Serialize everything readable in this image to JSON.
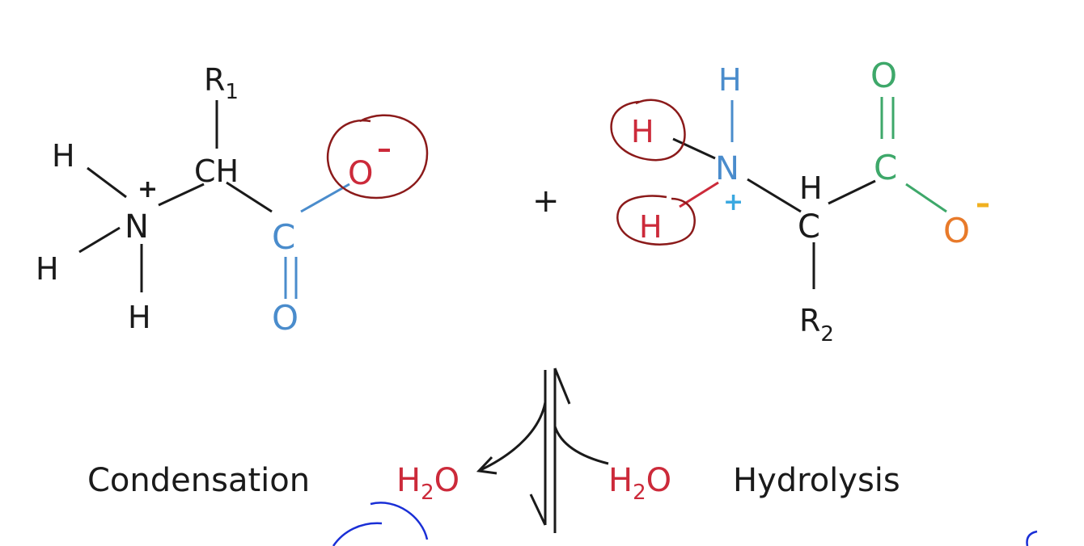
{
  "molecule_1": {
    "r_group": "R",
    "r_sub": "1",
    "alpha_carbon": "CH",
    "nitrogen": "N",
    "n_charge": "+",
    "h_top": "H",
    "h_bottom": "H",
    "h_below": "H",
    "carboxyl_carbon": "C",
    "carbonyl_oxygen": "O",
    "anion_oxygen": "O",
    "anion_charge": "-"
  },
  "plus_sign": "+",
  "molecule_2": {
    "h_top": "H",
    "h_upper_left": "H",
    "h_lower_left": "H",
    "nitrogen": "N",
    "n_charge": "+",
    "alpha_h": "H",
    "alpha_carbon": "C",
    "r_group": "R",
    "r_sub": "2",
    "carboxyl_carbon": "C",
    "carbonyl_oxygen": "O",
    "anion_oxygen": "O",
    "anion_charge": "-"
  },
  "reaction": {
    "left_label": "Condensation",
    "right_label": "Hydrolysis",
    "water_left": {
      "main": "H",
      "sub": "2",
      "end": "O"
    },
    "water_right": {
      "main": "H",
      "sub": "2",
      "end": "O"
    }
  },
  "colors": {
    "black": "#1a1a1a",
    "blue": "#4a8ccc",
    "red": "#cc2a3a",
    "green": "#3ea86a",
    "orange": "#e87a2a",
    "cyan": "#3aa8e0",
    "yellow": "#f0b020",
    "annotation_red": "#8b1a1a",
    "annotation_blue": "#1a2fd6"
  }
}
